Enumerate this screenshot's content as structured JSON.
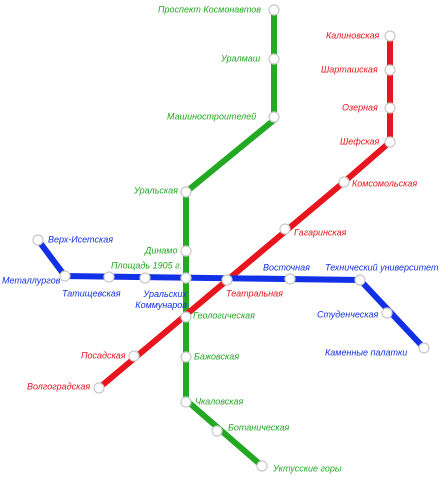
{
  "colors": {
    "green": "#22a822",
    "red": "#e8141e",
    "blue": "#1230e6"
  },
  "lines": [
    {
      "id": "green",
      "color": "#22a822"
    },
    {
      "id": "red",
      "color": "#e8141e"
    },
    {
      "id": "blue",
      "color": "#1230e6"
    }
  ],
  "stations": [
    {
      "id": "prospekt-kosmonavtov",
      "name": "Проспект Космонавтов",
      "line": "green"
    },
    {
      "id": "uralmash",
      "name": "Уралмаш",
      "line": "green"
    },
    {
      "id": "mashinostroiteley",
      "name": "Машиностроителей",
      "line": "green"
    },
    {
      "id": "uralskaya",
      "name": "Уральская",
      "line": "green"
    },
    {
      "id": "dinamo",
      "name": "Динамо",
      "line": "green"
    },
    {
      "id": "ploshchad-1905",
      "name": "Площадь 1905 г.",
      "line": "green"
    },
    {
      "id": "geologicheskaya",
      "name": "Геологическая",
      "line": "green"
    },
    {
      "id": "bazhovskaya",
      "name": "Бажовская",
      "line": "green"
    },
    {
      "id": "chkalovskaya",
      "name": "Чкаловская",
      "line": "green"
    },
    {
      "id": "botanicheskaya",
      "name": "Ботаническая",
      "line": "green"
    },
    {
      "id": "uktusskie-gory",
      "name": "Уктусские горы",
      "line": "green"
    },
    {
      "id": "kalinovskaya",
      "name": "Калиновская",
      "line": "red"
    },
    {
      "id": "shartashskaya",
      "name": "Шарташская",
      "line": "red"
    },
    {
      "id": "ozernaya",
      "name": "Озерная",
      "line": "red"
    },
    {
      "id": "shefskaya",
      "name": "Шефская",
      "line": "red"
    },
    {
      "id": "komsomolskaya",
      "name": "Комсомольская",
      "line": "red"
    },
    {
      "id": "gagarinskaya",
      "name": "Гагаринская",
      "line": "red"
    },
    {
      "id": "teatralnaya",
      "name": "Театральная",
      "line": "red"
    },
    {
      "id": "posadskaya",
      "name": "Посадская",
      "line": "red"
    },
    {
      "id": "volgogradskaya",
      "name": "Волгоградская",
      "line": "red"
    },
    {
      "id": "verkh-isetskaya",
      "name": "Верх-Исетская",
      "line": "blue"
    },
    {
      "id": "metallurgov",
      "name": "Металлургов",
      "line": "blue"
    },
    {
      "id": "tatishchevskaya",
      "name": "Татищевская",
      "line": "blue"
    },
    {
      "id": "uralskikh-kommunarov",
      "name": "Уральских Коммунаров",
      "line": "blue"
    },
    {
      "id": "vostochnaya",
      "name": "Восточная",
      "line": "blue"
    },
    {
      "id": "tekhnicheskiy-universitet",
      "name": "Технический университет",
      "line": "blue"
    },
    {
      "id": "studencheskaya",
      "name": "Студенческая",
      "line": "blue"
    },
    {
      "id": "kamennye-palatki",
      "name": "Каменные палатки",
      "line": "blue"
    }
  ]
}
